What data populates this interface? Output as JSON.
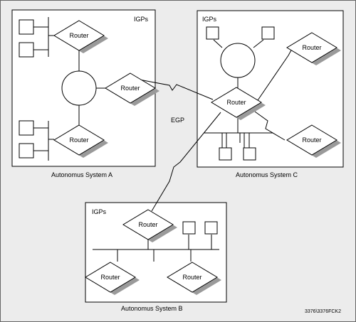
{
  "systems": [
    {
      "id": "a",
      "caption": "Autonomus System A",
      "igp_label": "IGPs"
    },
    {
      "id": "b",
      "caption": "Autonomus System B",
      "igp_label": "IGPs"
    },
    {
      "id": "c",
      "caption": "Autonomus System C",
      "igp_label": "IGPs"
    }
  ],
  "router_label": "Router",
  "egp_label": "EGP",
  "figure_code": "3376\\3376FCK2"
}
